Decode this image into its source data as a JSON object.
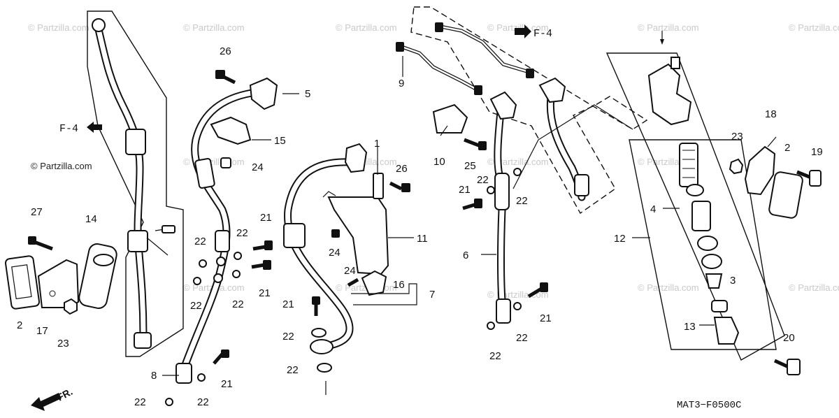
{
  "watermark": "© Partzilla.com",
  "watermark_short": "© Partzilla.com",
  "diagram_code": "MAT3−F0500C",
  "refs": {
    "f4_left": "F-4",
    "f4_top": "F-4",
    "front": "FR."
  },
  "parts": {
    "p1": "1",
    "p2a": "2",
    "p2b": "2",
    "p3": "3",
    "p4": "4",
    "p5": "5",
    "p6": "6",
    "p7": "7",
    "p8": "8",
    "p9": "9",
    "p10": "10",
    "p11": "11",
    "p12": "12",
    "p13": "13",
    "p14": "14",
    "p15": "15",
    "p16": "16",
    "p17": "17",
    "p18": "18",
    "p19": "19",
    "p20": "20",
    "p21a": "21",
    "p21b": "21",
    "p21c": "21",
    "p21d": "21",
    "p21e": "21",
    "p21f": "21",
    "p21g": "21",
    "p22a": "22",
    "p22b": "22",
    "p22c": "22",
    "p22d": "22",
    "p22e": "22",
    "p22f": "22",
    "p22g": "22",
    "p22h": "22",
    "p22i": "22",
    "p22j": "22",
    "p22k": "22",
    "p22l": "22",
    "p22m": "22",
    "p23a": "23",
    "p23b": "23",
    "p24a": "24",
    "p24b": "24",
    "p24c": "24",
    "p25": "25",
    "p26a": "26",
    "p26b": "26",
    "p27": "27"
  }
}
